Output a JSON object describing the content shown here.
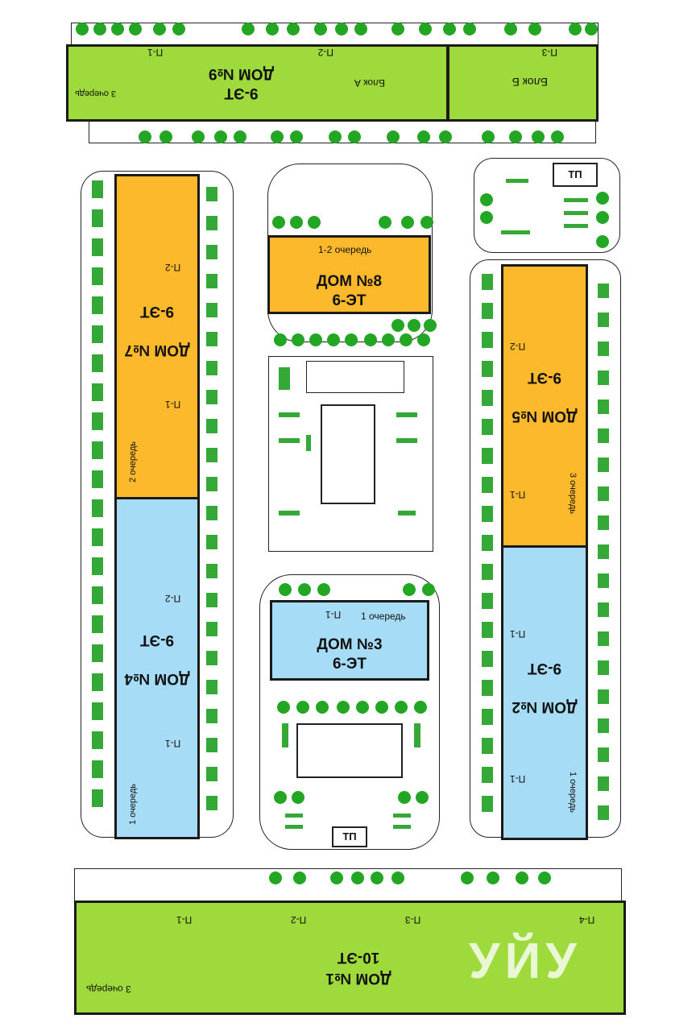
{
  "buildings": {
    "dom9": {
      "name": "ДОМ №9",
      "floors": "9-ЭТ",
      "block_a": "Блок А",
      "block_b": "Блок Б",
      "queue": "3 очередь",
      "entrances": [
        "П-1",
        "П-2",
        "П-3"
      ]
    },
    "dom8": {
      "name": "ДОМ №8",
      "floors": "6-ЭТ",
      "queue": "1-2 очередь"
    },
    "dom7": {
      "name": "ДОМ №7",
      "floors": "9-ЭТ",
      "queue": "2 очередь",
      "entrances": [
        "П-1",
        "П-2"
      ]
    },
    "dom4": {
      "name": "ДОМ №4",
      "floors": "9-ЭТ",
      "queue": "1 очередь",
      "entrances": [
        "П-1",
        "П-2"
      ]
    },
    "dom5": {
      "name": "ДОМ №5",
      "floors": "9-ЭТ",
      "queue": "3 очередь",
      "entrances": [
        "П-1",
        "П-2"
      ]
    },
    "dom2": {
      "name": "ДОМ №2",
      "floors": "9-ЭТ",
      "queue": "1 очередь",
      "entrances": [
        "П-1",
        "П-1"
      ]
    },
    "dom3": {
      "name": "ДОМ №3",
      "floors": "6-ЭТ",
      "queue": "1 очередь",
      "entrance": "П-1"
    },
    "dom1": {
      "name": "ДОМ №1",
      "floors": "10-ЭТ",
      "queue": "3 очередь",
      "entrances": [
        "П-1",
        "П-2",
        "П-3",
        "П-4"
      ]
    }
  },
  "substations": {
    "top_right": "ТП",
    "bottom": "ТП"
  },
  "watermark": "УЙУ",
  "colors": {
    "queue1": "#a6dcf5",
    "queue2": "#fdb92c",
    "queue3": "#9fda3c",
    "tree": "#22a624"
  }
}
